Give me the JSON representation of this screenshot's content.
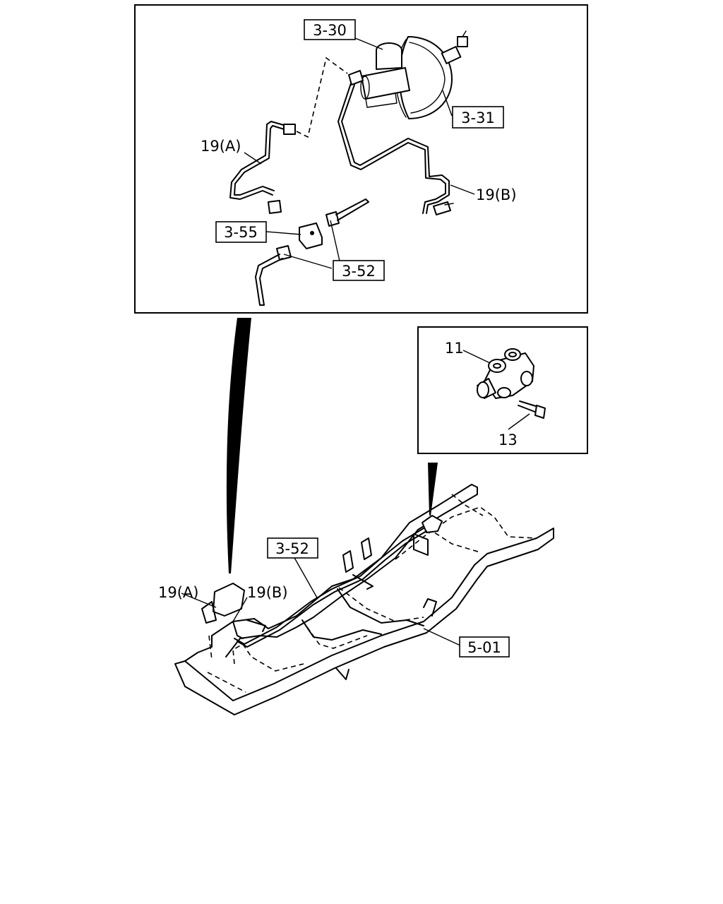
{
  "callouts": {
    "ref_3_30": "3-30",
    "ref_3_31": "3-31",
    "pipe_19a_top": "19(A)",
    "pipe_19b_top": "19(B)",
    "ref_3_55": "3-55",
    "ref_3_52_top": "3-52",
    "part_11": "11",
    "part_13": "13",
    "ref_3_52_frame": "3-52",
    "pipe_19a_frame": "19(A)",
    "pipe_19b_frame": "19(B)",
    "ref_5_01": "5-01"
  }
}
